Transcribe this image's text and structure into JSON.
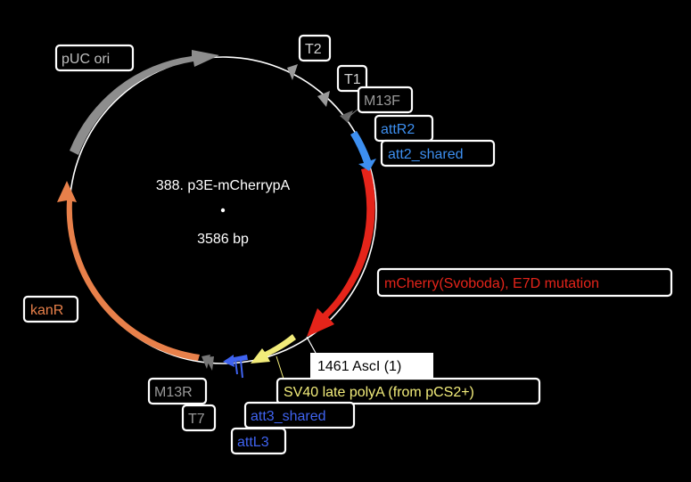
{
  "plasmid": {
    "name": "388. p3E-mCherrypA",
    "length": "3586 bp"
  },
  "colors": {
    "background": "#000000",
    "backbone": "#ffffff",
    "mcherry": "#e5241a",
    "kanR": "#e8804a",
    "pUC_ori": "#8d8d8d",
    "sv40": "#f2ec7a",
    "att_blue": "#3f63f0",
    "attR2_blue": "#3d8ff0",
    "terminator_grey": "#9a9a9a"
  },
  "features": [
    {
      "id": "pUC-ori",
      "label": "pUC ori",
      "color": "#8d8d8d",
      "text_color": "#bdbdbd"
    },
    {
      "id": "t2",
      "label": "T2",
      "color": "#9a9a9a",
      "text_color": "#d0d0d0"
    },
    {
      "id": "t1",
      "label": "T1",
      "color": "#9a9a9a",
      "text_color": "#d0d0d0"
    },
    {
      "id": "m13f",
      "label": "M13F",
      "color": "#777777",
      "text_color": "#9a9a9a"
    },
    {
      "id": "attR2",
      "label": "attR2",
      "color": "#3d8ff0",
      "text_color": "#3d8ff0"
    },
    {
      "id": "att2-shared",
      "label": "att2_shared",
      "color": "#3d8ff0",
      "text_color": "#3d8ff0"
    },
    {
      "id": "mcherry",
      "label": "mCherry(Svoboda), E7D mutation",
      "color": "#e5241a",
      "text_color": "#e5241a"
    },
    {
      "id": "ascI",
      "label": "1461 AscI (1)",
      "color": "#ffffff",
      "text_color": "#000000"
    },
    {
      "id": "sv40",
      "label": "SV40 late polyA (from pCS2+)",
      "color": "#f2ec7a",
      "text_color": "#f2ec7a"
    },
    {
      "id": "att3-shared",
      "label": "att3_shared",
      "color": "#3f63f0",
      "text_color": "#3f63f0"
    },
    {
      "id": "attL3",
      "label": "attL3",
      "color": "#3f63f0",
      "text_color": "#3f63f0"
    },
    {
      "id": "m13r",
      "label": "M13R",
      "color": "#777777",
      "text_color": "#9a9a9a"
    },
    {
      "id": "t7",
      "label": "T7",
      "color": "#777777",
      "text_color": "#9a9a9a"
    },
    {
      "id": "kanR",
      "label": "kanR",
      "color": "#e8804a",
      "text_color": "#e8804a"
    }
  ]
}
